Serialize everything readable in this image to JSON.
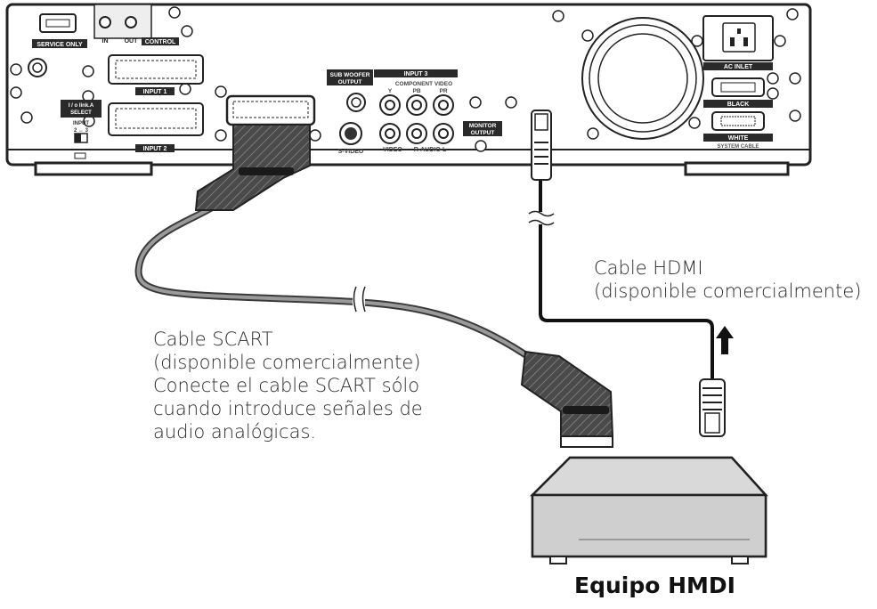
{
  "diagram": {
    "panel": {
      "service_only": "SERVICE ONLY",
      "in": "IN",
      "out": "OUT",
      "control": "CONTROL",
      "input1": "INPUT 1",
      "input2": "INPUT 2",
      "iolink_title": "I / o link.A",
      "iolink_select": "SELECT",
      "iolink_input": "INPUT",
      "iolink_range": "2 ↔ 3",
      "subwoofer": "SUB WOOFER",
      "subwoofer_output": "OUTPUT",
      "input3": "INPUT 3",
      "component_video": "COMPONENT VIDEO",
      "y": "Y",
      "pb": "PB",
      "pr": "PR",
      "monitor": "MONITOR",
      "monitor_output": "OUTPUT",
      "svideo": "S-VIDEO",
      "video": "VIDEO",
      "r_audio_l": "R-AUDIO-L",
      "ac_inlet": "AC INLET",
      "black": "BLACK",
      "white": "WHITE",
      "system_cable": "SYSTEM CABLE"
    },
    "hdmi_cable_label": [
      "Cable HDMI",
      "(disponible comercialmente)"
    ],
    "scart_cable_label": [
      "Cable SCART",
      "(disponible comercialmente)",
      "Conecte el cable SCART sólo",
      "cuando introduce señales de",
      "audio analógicas."
    ],
    "device_label": "Equipo HMDI"
  }
}
